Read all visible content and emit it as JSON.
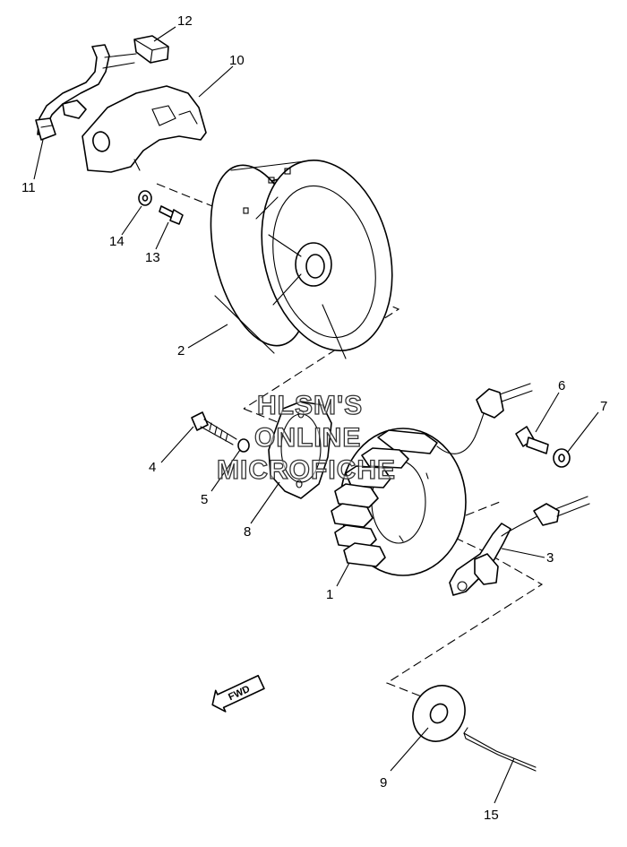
{
  "callouts": {
    "c1": "1",
    "c2": "2",
    "c3": "3",
    "c4": "4",
    "c5": "5",
    "c6": "6",
    "c7": "7",
    "c8": "8",
    "c9": "9",
    "c10": "10",
    "c11": "11",
    "c12": "12",
    "c13": "13",
    "c14": "14",
    "c15": "15"
  },
  "watermark": {
    "line1": "HLSM'S",
    "line2": "ONLINE",
    "line3": "MICROFICHE"
  },
  "fwd_arrow": {
    "label": "FWD"
  },
  "colors": {
    "ink": "#000000",
    "paper": "#ffffff",
    "watermark_stroke": "#333333"
  }
}
